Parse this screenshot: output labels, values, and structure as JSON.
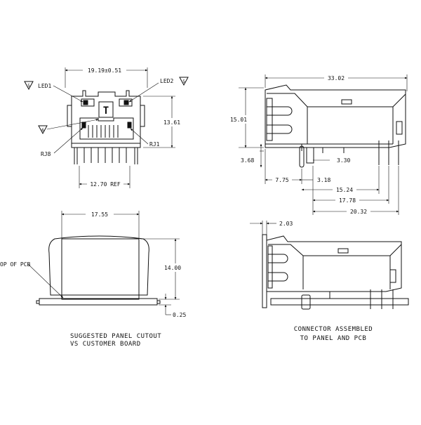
{
  "colors": {
    "line": "#111111",
    "background": "#ffffff"
  },
  "front_view": {
    "width_dim": "19.19±0.51",
    "height_dim": "13.61",
    "pitch_dim": "12.70 REF",
    "led1_label": "LED1",
    "led2_label": "LED2",
    "note_5a": "5",
    "note_5b": "5",
    "note_6": "6",
    "rj8_label": "RJ8",
    "rj1_label": "RJ1",
    "logo_letter": "T"
  },
  "side_view": {
    "length_dim": "33.02",
    "height_dim": "15.01",
    "d_368": "3.68",
    "d_330": "3.30",
    "d_775": "7.75",
    "d_318": "3.18",
    "d_1524": "15.24",
    "d_1778": "17.78",
    "d_2032": "20.32"
  },
  "panel_view": {
    "width_dim": "17.55",
    "height_dim": "14.00",
    "offset_dim": "0.25",
    "pcb_label": "OP OF PCB",
    "caption_line1": "SUGGESTED PANEL CUTOUT",
    "caption_line2": "VS CUSTOMER BOARD"
  },
  "assembled_view": {
    "panel_dim": "2.03",
    "caption_line1": "CONNECTOR ASSEMBLED",
    "caption_line2": "TO PANEL AND PCB"
  }
}
